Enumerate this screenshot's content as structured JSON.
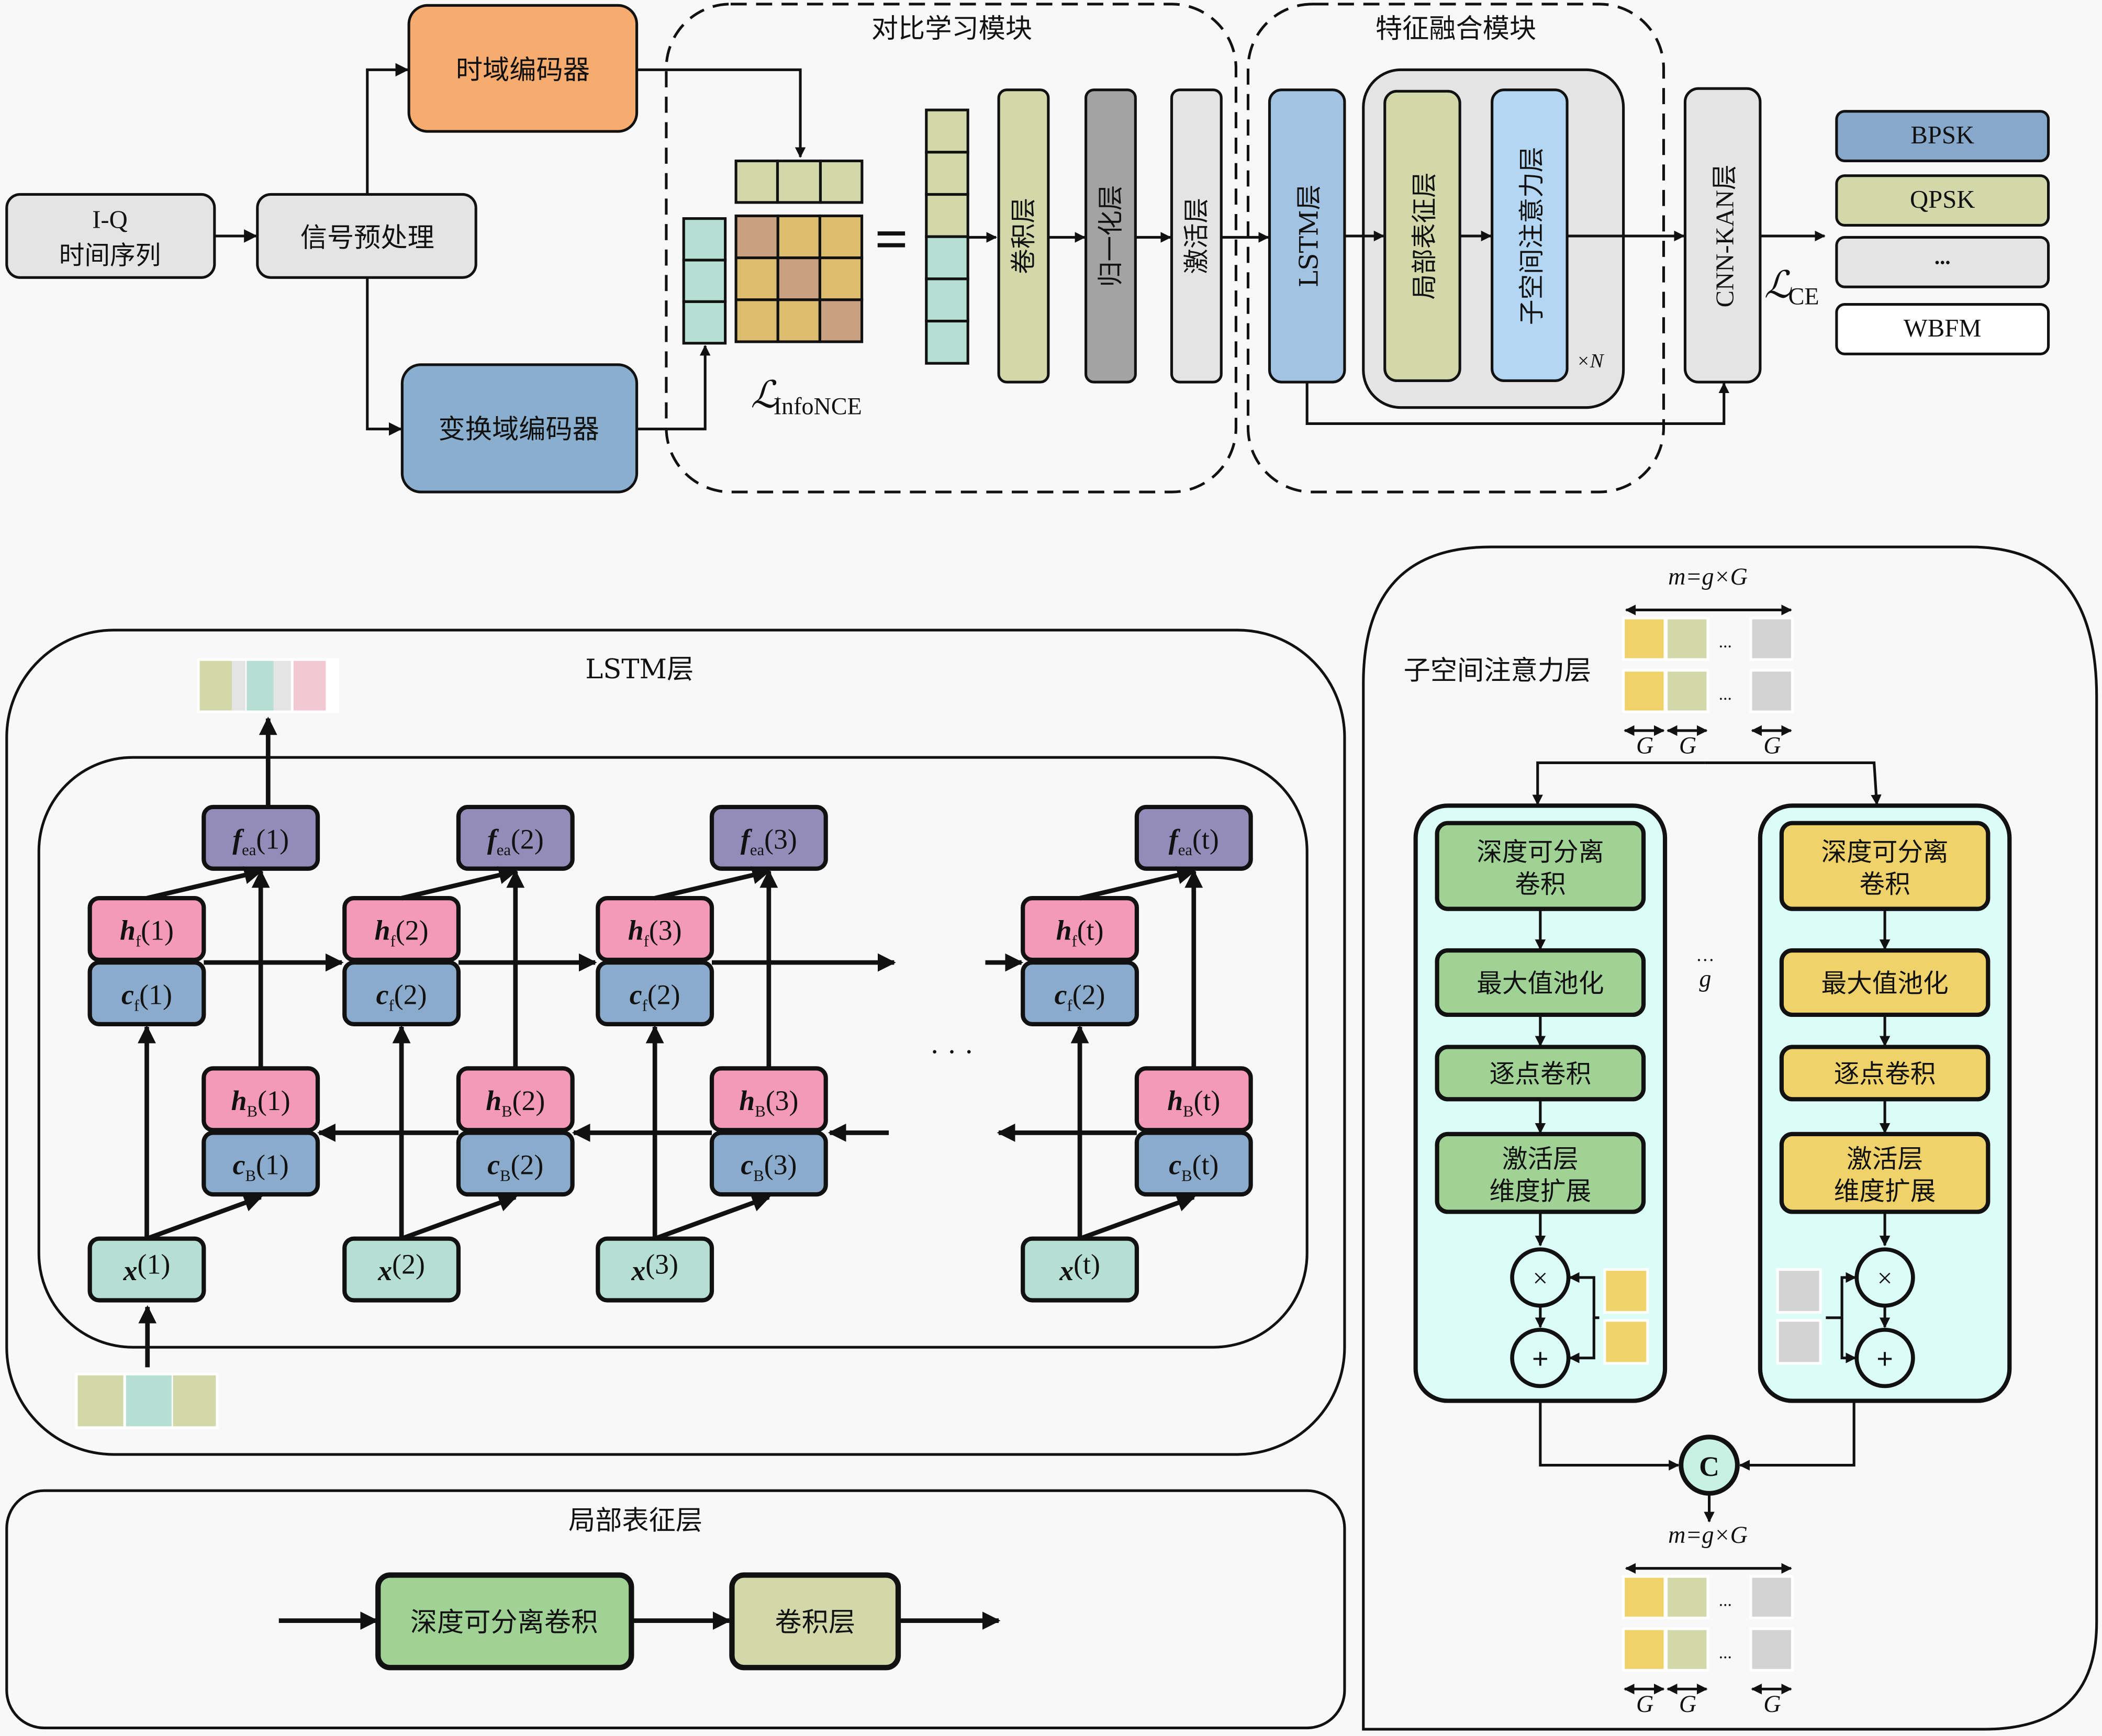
{
  "colors": {
    "background": "#f8f8f8",
    "box_gray": "#e4e4e4",
    "time_encoder": "#f6ab6f",
    "transform_encoder": "#8aafce",
    "olive": "#d2d8aa",
    "teal": "#b5dfd2",
    "matrix_diag": "#c9a080",
    "matrix_off": "#dcbd6d",
    "norm_gray": "#a3a3a3",
    "lstm_blue": "#a2c3e2",
    "attn_blue": "#b3d6f3",
    "bpsk": "#86a9cb",
    "lstm_panel": "#d0c9f3",
    "lstm_inner": "#e4e4e4",
    "f_box": "#948cb8",
    "h_box": "#f49ab8",
    "c_box": "#8aabcb",
    "x_box": "#b5dfd2",
    "local_panel": "#fdd6e1",
    "dsconv_green": "#a0d296",
    "attn_panel": "#c6f1e3",
    "branch_bg": "#dcfcf7",
    "yellow": "#efd36a",
    "light_gray_cell": "#d3d3d3",
    "pink_cell": "#f1c8d4"
  },
  "pipeline": {
    "input": {
      "line1": "I-Q",
      "line2": "时间序列"
    },
    "preprocess": "信号预处理",
    "time_encoder": "时域编码器",
    "transform_encoder": "变换域编码器"
  },
  "contrastive_module": {
    "title": "对比学习模块",
    "loss_symbol": "ℒ",
    "loss_subscript": "InfoNCE",
    "equals": "=",
    "layers": [
      "卷积层",
      "归一化层",
      "激活层"
    ]
  },
  "fusion_module": {
    "title": "特征融合模块",
    "lstm_layer": "LSTM层",
    "local_layer": "局部表征层",
    "attention_layer": "子空间注意力层",
    "repeat": "×N"
  },
  "cnn_kan": "CNN-KAN层",
  "ce_loss": {
    "symbol": "ℒ",
    "subscript": "CE"
  },
  "classes": [
    "BPSK",
    "QPSK",
    "...",
    "WBFM"
  ],
  "lstm_panel": {
    "title": "LSTM层",
    "ellipsis": "· · ·",
    "columns": [
      {
        "f": "f",
        "f_sub": "ea",
        "f_arg": "(1)",
        "hf_arg": "(1)",
        "cf_arg": "(1)",
        "hb_arg": "(1)",
        "cb_arg": "(1)",
        "x_arg": "(1)"
      },
      {
        "f": "f",
        "f_sub": "ea",
        "f_arg": "(2)",
        "hf_arg": "(2)",
        "cf_arg": "(2)",
        "hb_arg": "(2)",
        "cb_arg": "(2)",
        "x_arg": "(2)"
      },
      {
        "f": "f",
        "f_sub": "ea",
        "f_arg": "(3)",
        "hf_arg": "(3)",
        "cf_arg": "(2)",
        "hb_arg": "(3)",
        "cb_arg": "(3)",
        "x_arg": "(3)"
      },
      {
        "f": "f",
        "f_sub": "ea",
        "f_arg": "(t)",
        "hf_arg": "(t)",
        "cf_arg": "(2)",
        "hb_arg": "(t)",
        "cb_arg": "(t)",
        "x_arg": "(t)"
      }
    ],
    "h": "h",
    "c": "c",
    "x": "x",
    "sub_f": "f",
    "sub_b": "B"
  },
  "local_panel": {
    "title": "局部表征层",
    "blocks": [
      "深度可分离卷积",
      "卷积层"
    ]
  },
  "attention_panel": {
    "title": "子空间注意力层",
    "m_formula": "m=g×G",
    "group_label": "G",
    "cell_ellipsis": "...",
    "branch_ellipsis": "g",
    "branch_blocks": [
      {
        "line1": "深度可分离",
        "line2": "卷积"
      },
      {
        "line1": "最大值池化",
        "line2": ""
      },
      {
        "line1": "逐点卷积",
        "line2": ""
      },
      {
        "line1": "激活层",
        "line2": "维度扩展"
      }
    ],
    "multiply": "×",
    "add": "+",
    "concat": "C"
  }
}
